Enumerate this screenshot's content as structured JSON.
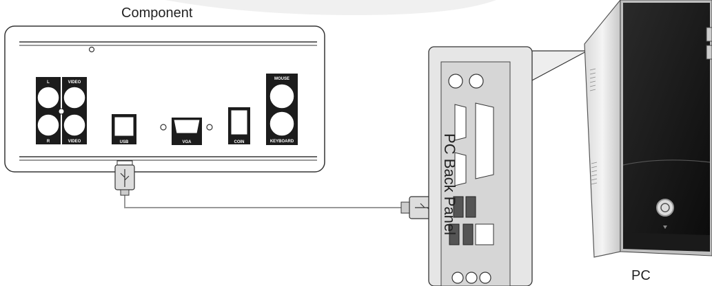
{
  "diagram": {
    "component_title": "Component",
    "pc_title": "PC",
    "panel_title": "PC Back Panel",
    "component_ports": {
      "audio_l": "L",
      "audio_r": "R",
      "video_top": "VIDEO",
      "video_bottom": "VIDEO",
      "usb": "USB",
      "vga": "VGA",
      "coin": "COIN",
      "mouse": "MOUSE",
      "keyboard": "KEYBOARD"
    }
  }
}
